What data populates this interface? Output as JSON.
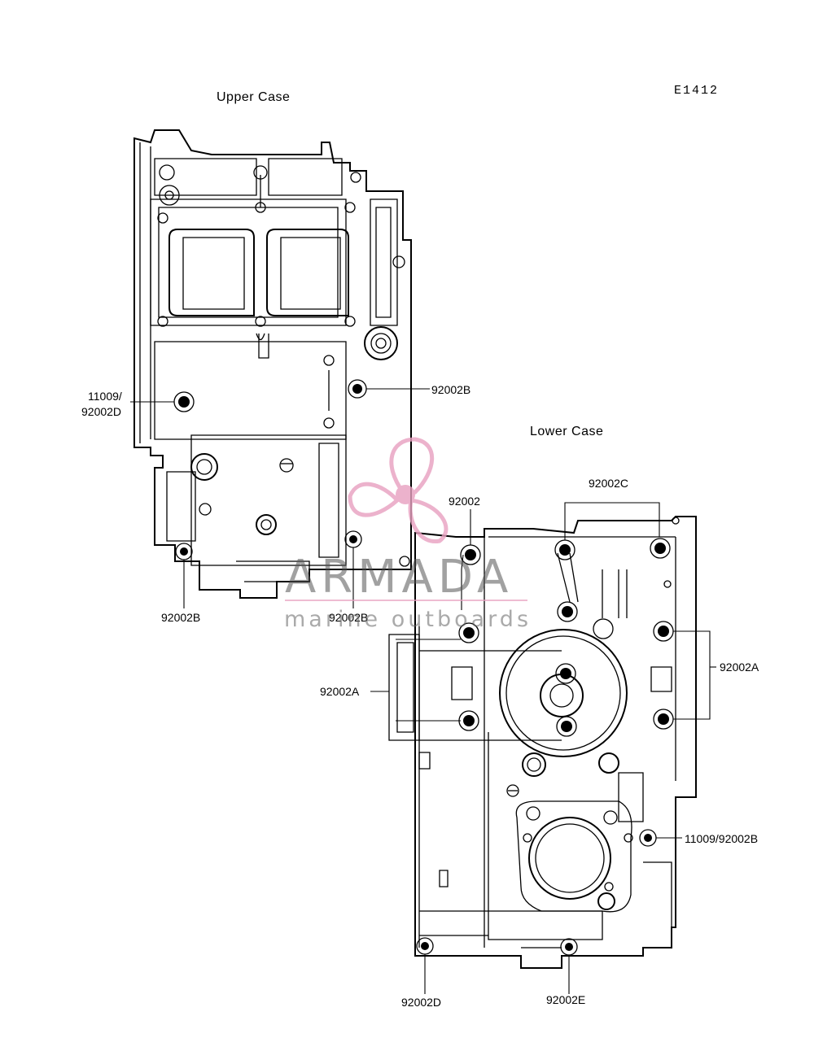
{
  "diagram_code": "E1412",
  "sections": {
    "upper": "Upper Case",
    "lower": "Lower Case"
  },
  "callouts": {
    "upper_11009_line1": "11009/",
    "upper_11009_line2": "92002D",
    "upper_92002b_right": "92002B",
    "upper_92002b_bottom_left": "92002B",
    "upper_92002b_bottom_right": "92002B",
    "lower_92002": "92002",
    "lower_92002c": "92002C",
    "lower_92002a_left": "92002A",
    "lower_92002a_right": "92002A",
    "lower_11009_92002b": "11009/92002B",
    "lower_92002d": "92002D",
    "lower_92002e": "92002E"
  },
  "watermark": {
    "brand": "ARMADA",
    "tagline": "marine outboards",
    "colors": {
      "logo": "#e8a0c0",
      "text": "#555555"
    }
  }
}
